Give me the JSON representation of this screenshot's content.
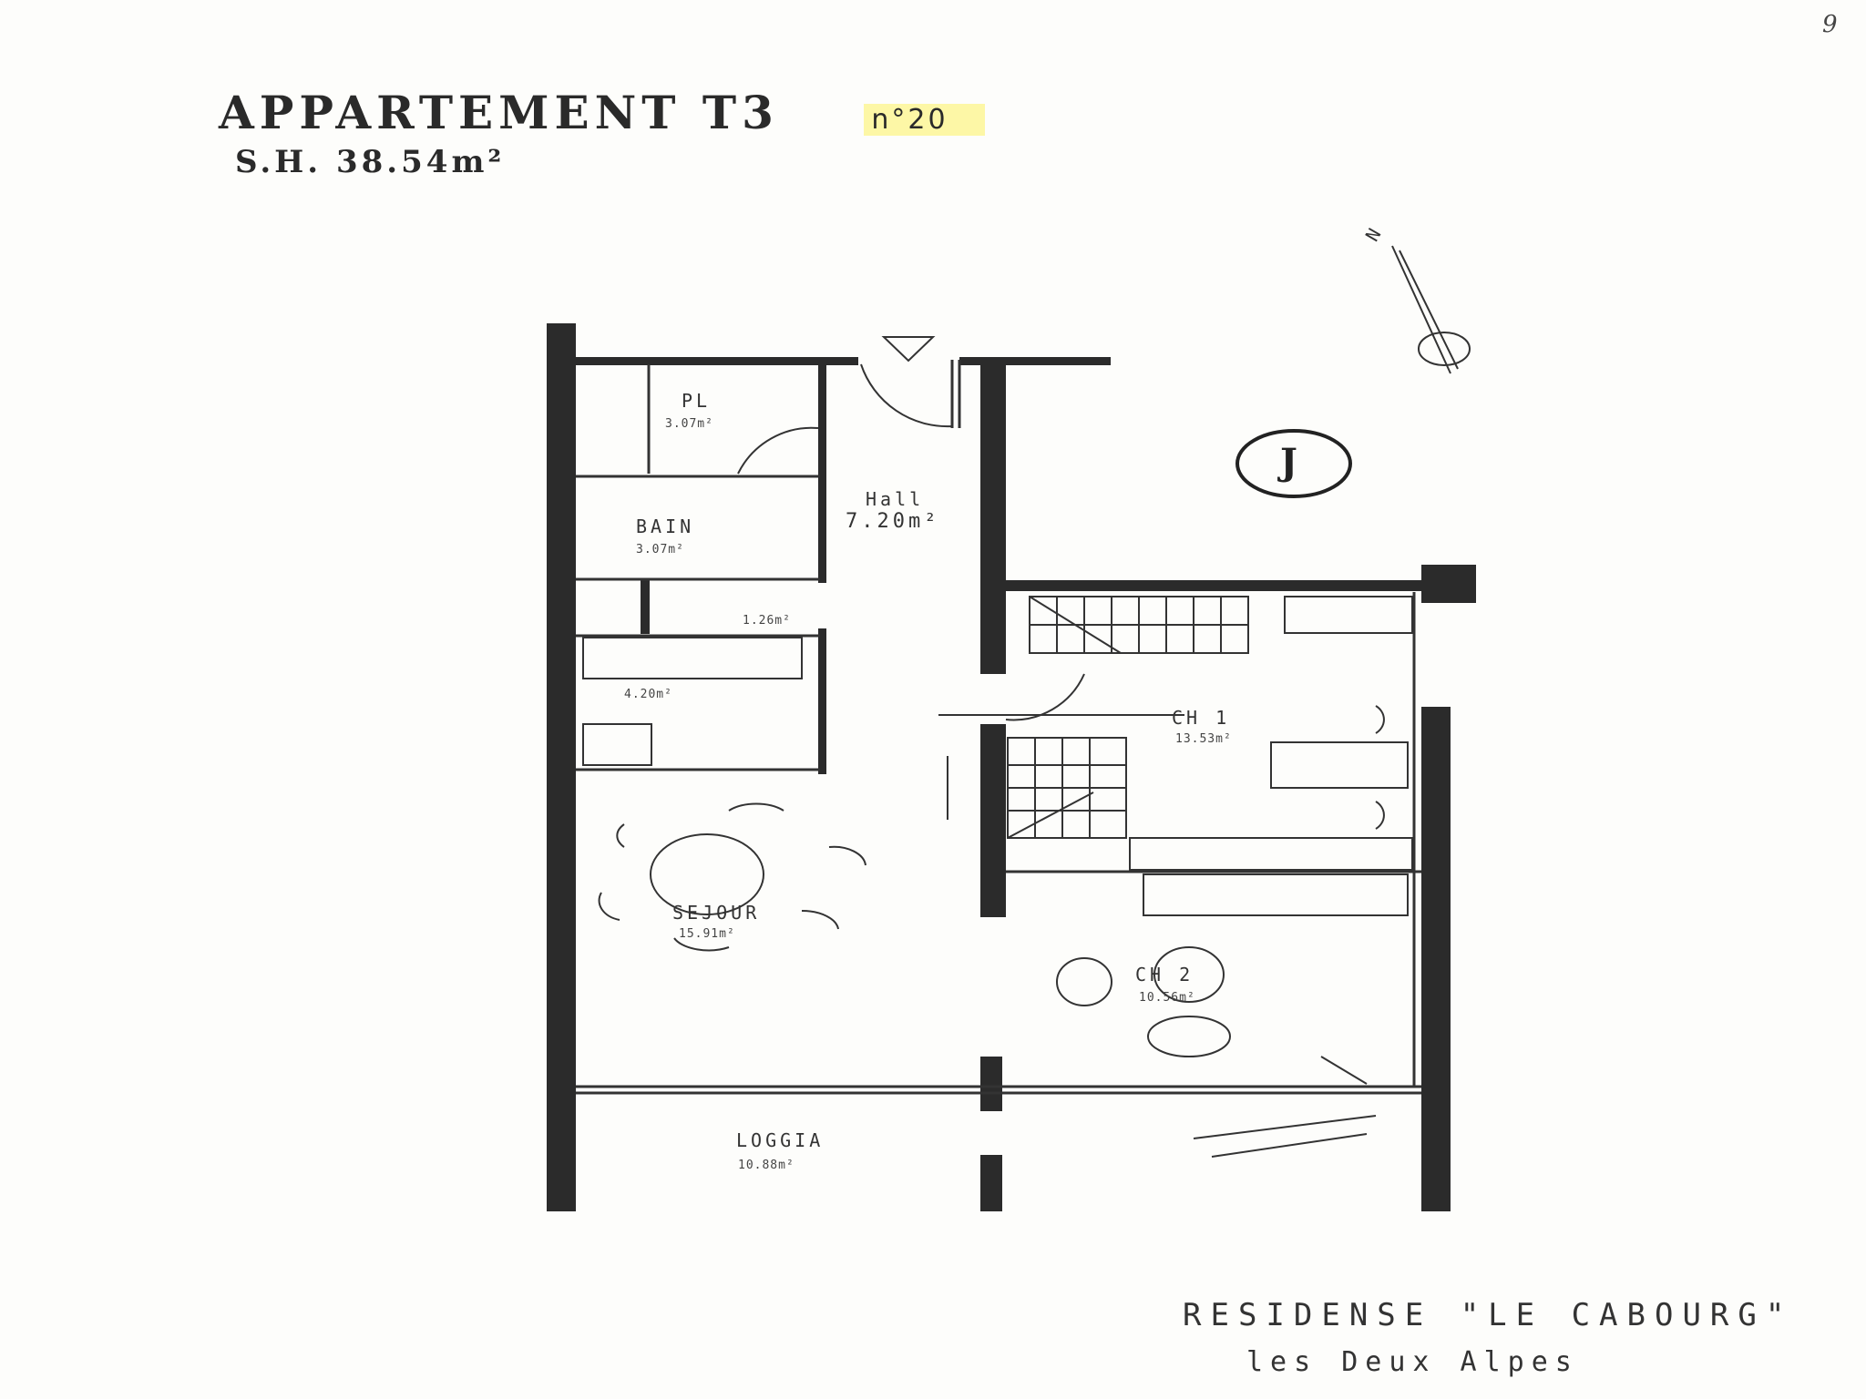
{
  "document": {
    "page_number": "9",
    "title": "APPARTEMENT  T3",
    "apartment_number": "n°20",
    "surface": "S.H.  38.54m²"
  },
  "rooms": {
    "pl": {
      "label": "PL",
      "area": "3.07m²"
    },
    "hall": {
      "label": "Hall",
      "area": "7.20m²"
    },
    "bain": {
      "label": "BAIN",
      "area": "3.07m²"
    },
    "wc": {
      "area": "1.26m²"
    },
    "cuisine": {
      "area": "4.20m²"
    },
    "sejour": {
      "label": "SEJOUR",
      "area": "15.91m²"
    },
    "ch1": {
      "label": "CH 1",
      "area": "13.53m²"
    },
    "ch2": {
      "label": "CH 2",
      "area": "10.56m²"
    },
    "loggia": {
      "label": "LOGGIA",
      "area": "10.88m²"
    }
  },
  "compass": {
    "label": "N",
    "stamp": "J"
  },
  "footer": {
    "residence": "RESIDENSE \"LE CABOURG\"",
    "city": "les Deux Alpes"
  },
  "colors": {
    "wall": "#2b2b2b",
    "highlight": "#fdf7a6",
    "line": "#444444"
  }
}
